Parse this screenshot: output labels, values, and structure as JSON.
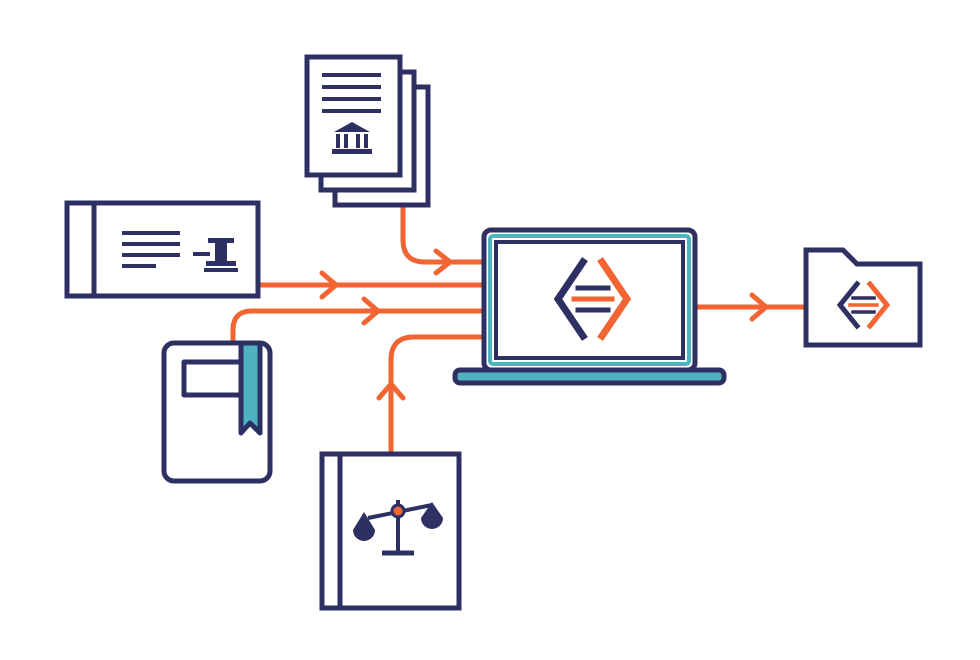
{
  "colors": {
    "navy": "#2e2f62",
    "orange": "#f26432",
    "teal": "#4fb3bf",
    "background": "#ffffff"
  },
  "nodes": [
    {
      "id": "government-documents",
      "icon": "bank-icon",
      "kind": "document-stack"
    },
    {
      "id": "gavel-card",
      "icon": "gavel-icon",
      "kind": "card"
    },
    {
      "id": "bookmarked-book",
      "icon": "bookmark-icon",
      "kind": "book"
    },
    {
      "id": "law-book",
      "icon": "scales-of-justice-icon",
      "kind": "book"
    },
    {
      "id": "laptop",
      "icon": "code-brackets-logo-icon",
      "kind": "hub"
    },
    {
      "id": "output-folder",
      "icon": "code-brackets-logo-icon",
      "kind": "folder"
    }
  ],
  "edges": [
    {
      "from": "government-documents",
      "to": "laptop"
    },
    {
      "from": "gavel-card",
      "to": "laptop"
    },
    {
      "from": "bookmarked-book",
      "to": "laptop"
    },
    {
      "from": "law-book",
      "to": "laptop"
    },
    {
      "from": "laptop",
      "to": "output-folder"
    }
  ]
}
